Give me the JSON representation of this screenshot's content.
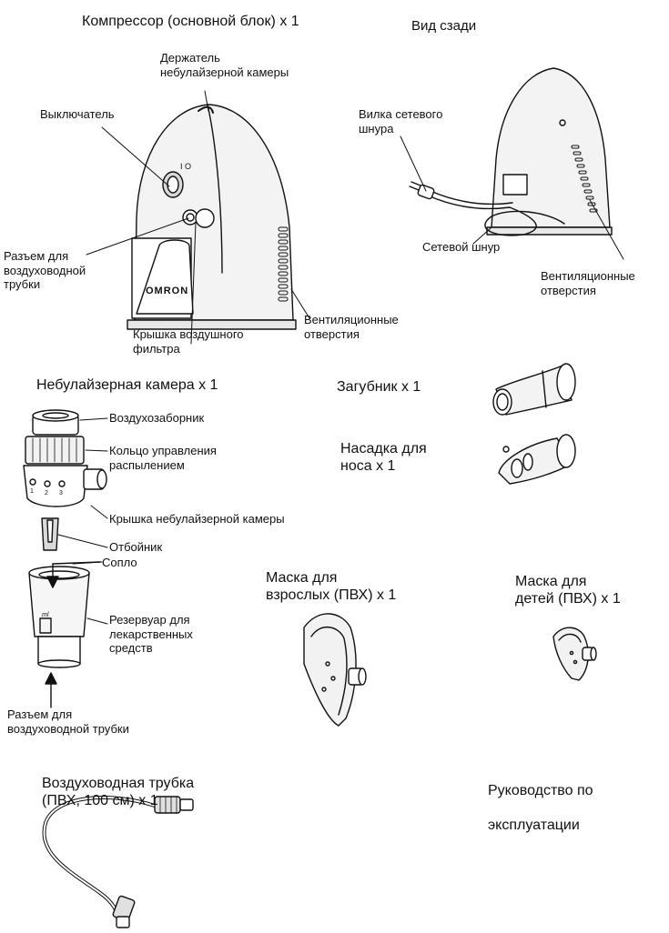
{
  "sections": {
    "compressor": {
      "title": "Компрессор (основной блок) x 1",
      "holder": "Держатель\nнебулайзерной камеры",
      "switch": "Выключатель",
      "air_tube_connector": "Разъем для\nвоздуховодной\nтрубки",
      "air_filter_cover": "Крышка воздушного\nфильтра",
      "vents": "Вентиляционные\nотверстия",
      "brand": "omron"
    },
    "rear_view": {
      "title": "Вид сзади",
      "plug": "Вилка сетевого\nшнура",
      "cord": "Сетевой шнур",
      "vents": "Вентиляционные\nотверстия"
    },
    "nebulizer_kit": {
      "title": "Небулайзерная камера x 1",
      "air_intake": "Воздухозаборник",
      "spray_ring": "Кольцо управления\nраспылением",
      "cap": "Крышка небулайзерной камеры",
      "baffle": "Отбойник",
      "nozzle": "Сопло",
      "reservoir": "Резервуар для\nлекарственных\nсредств",
      "connector": "Разъем для\nвоздуховодной трубки",
      "ring_marks": [
        "1",
        "2",
        "3"
      ],
      "ml_mark": "ml"
    },
    "mouthpiece": {
      "title": "Загубник x 1"
    },
    "nosepiece": {
      "title": "Насадка для\nноса x 1"
    },
    "adult_mask": {
      "title": "Маска для\nвзрослых (ПВХ) x 1"
    },
    "child_mask": {
      "title": "Маска для\nдетей (ПВХ) x 1"
    },
    "air_tube": {
      "title": "Воздуховодная трубка\n(ПВХ, 100 см) x 1"
    },
    "manual": {
      "title": "Руководство по\n\nэксплуатации"
    }
  }
}
